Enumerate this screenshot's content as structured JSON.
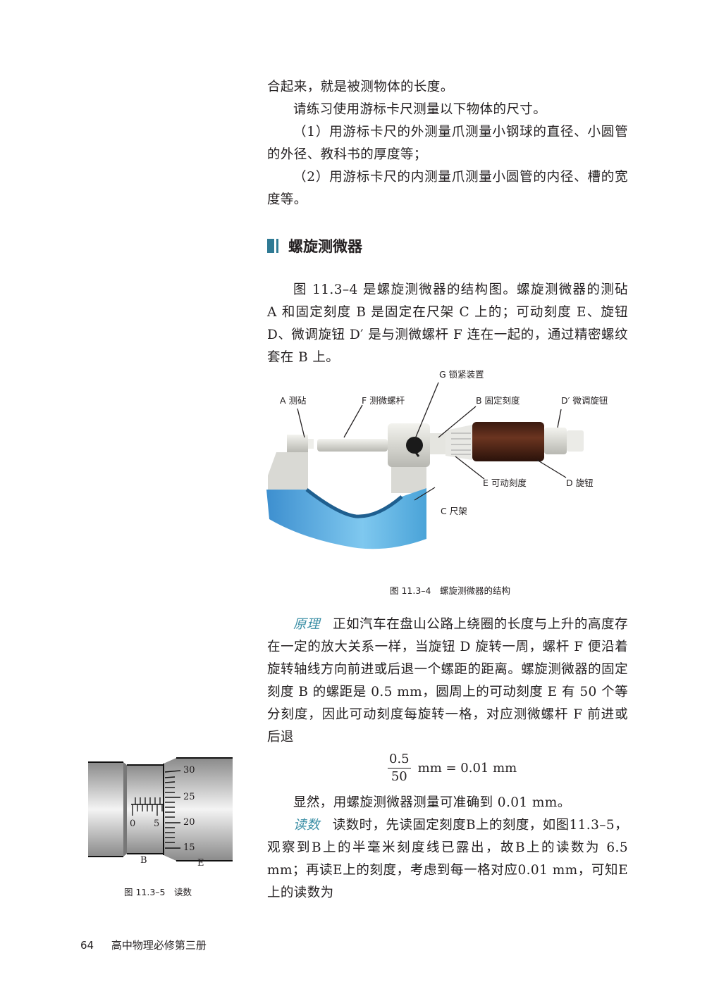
{
  "page": {
    "paragraphs": {
      "p1": "合起来，就是被测物体的长度。",
      "p2": "请练习使用游标卡尺测量以下物体的尺寸。",
      "p3": "（1）用游标卡尺的外测量爪测量小钢球的直径、小圆管的外径、教科书的厚度等；",
      "p4": "（2）用游标卡尺的内测量爪测量小圆管的内径、槽的宽度等。"
    },
    "section": {
      "title": "螺旋测微器"
    },
    "intro": "图 11.3–4 是螺旋测微器的结构图。螺旋测微器的测砧 A 和固定刻度 B 是固定在尺架 C 上的；可动刻度 E、旋钮 D、微调旋钮 D′ 是与测微螺杆 F 连在一起的，通过精密螺纹套在 B 上。",
    "figure_1": {
      "labels": {
        "G": "G 锁紧装置",
        "A": "A 测砧",
        "F": "F 测微螺杆",
        "B": "B 固定刻度",
        "D_prime": "D′ 微调旋钮",
        "E": "E 可动刻度",
        "D": "D 旋钮",
        "C": "C 尺架"
      },
      "caption": "图 11.3–4　螺旋测微器的结构",
      "colors": {
        "frame_blue": "#4aa3d8",
        "knob_brown": "#5a2a1a",
        "metal": "#d9d9d4"
      }
    },
    "principle": {
      "keyword": "原理",
      "text": "正如汽车在盘山公路上绕圈的长度与上升的高度存在一定的放大关系一样，当旋钮 D 旋转一周，螺杆 F 便沿着旋转轴线方向前进或后退一个螺距的距离。螺旋测微器的固定刻度 B 的螺距是 0.5 mm，圆周上的可动刻度 E 有 50 个等分刻度，因此可动刻度每旋转一格，对应测微螺杆 F 前进或后退"
    },
    "formula": {
      "numerator": "0.5",
      "denominator": "50",
      "rest": "mm = 0.01 mm"
    },
    "conclusion": "显然，用螺旋测微器测量可准确到 0.01 mm。",
    "reading": {
      "keyword": "读数",
      "text": "读数时，先读固定刻度B上的刻度，如图11.3–5，观察到B上的半毫米刻度线已露出，故B上的读数为 6.5 mm；再读E上的刻度，考虑到每一格对应0.01 mm，可知E上的读数为"
    },
    "figure_2": {
      "scale_B_labels": [
        "0",
        "5"
      ],
      "scale_E_labels": [
        "30",
        "25",
        "20",
        "15"
      ],
      "label_B": "B",
      "label_E": "E",
      "caption": "图 11.3–5　读数"
    },
    "footer": {
      "page_number": "64",
      "book_title": "高中物理必修第三册"
    }
  }
}
